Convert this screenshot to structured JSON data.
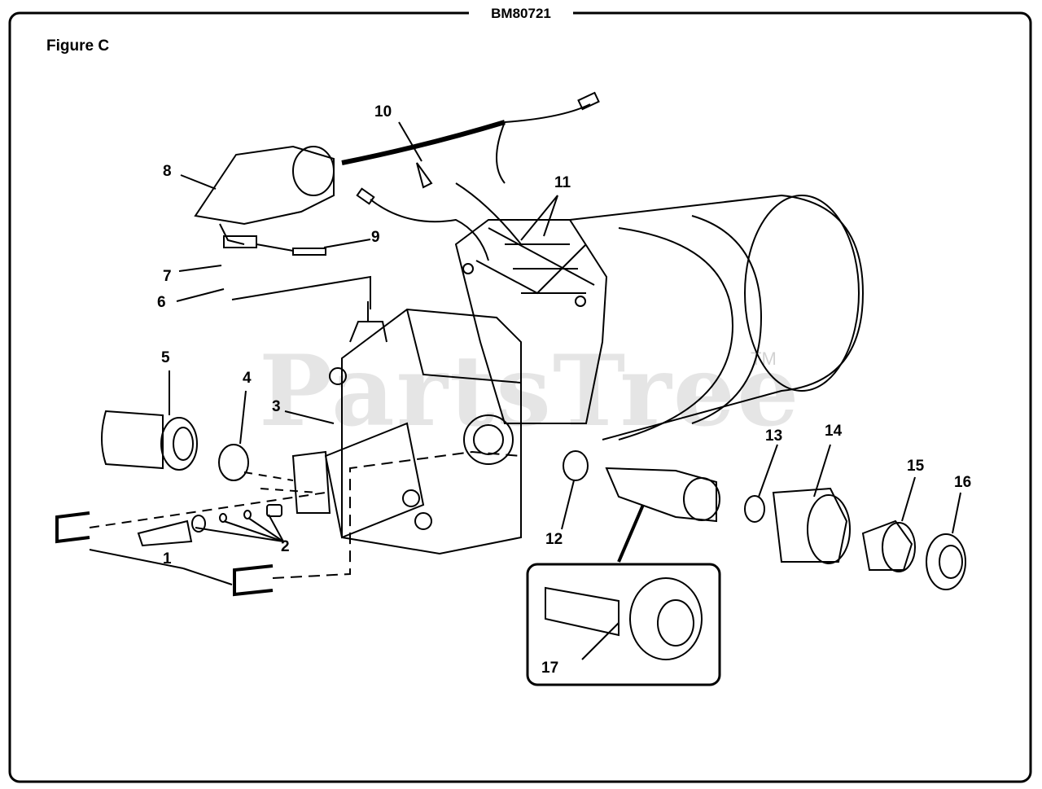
{
  "diagram_id": "BM80721",
  "figure_label": "Figure C",
  "watermark": "PartsTree",
  "trademark": "TM",
  "callouts": [
    "1",
    "2",
    "3",
    "4",
    "5",
    "6",
    "7",
    "8",
    "9",
    "10",
    "11",
    "12",
    "13",
    "14",
    "15",
    "16",
    "17"
  ],
  "colors": {
    "ink": "#000000",
    "paper": "#ffffff",
    "watermark": "#cccccc"
  }
}
